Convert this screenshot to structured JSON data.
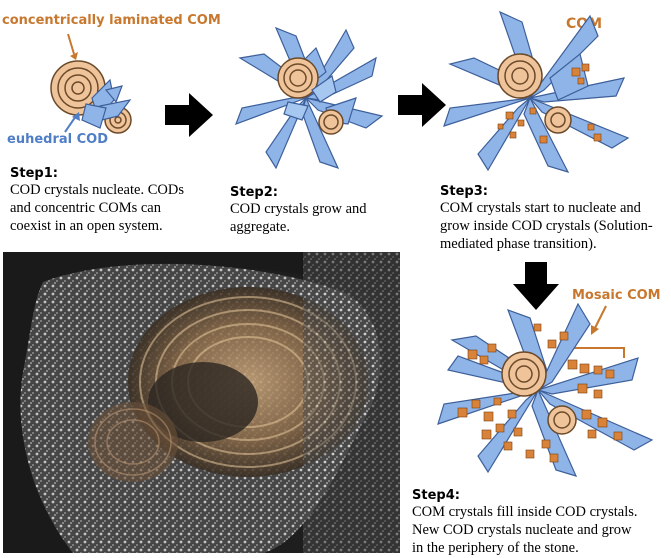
{
  "labels": {
    "laminated_com": "concentrically laminated COM",
    "euhedral_cod": "euhedral COD",
    "com": "COM",
    "mosaic_com": "Mosaic COM"
  },
  "steps": [
    {
      "title": "Step1:",
      "lines": [
        "COD crystals nucleate. CODs",
        "and concentric COMs can",
        "coexist in an open system."
      ]
    },
    {
      "title": "Step2:",
      "lines": [
        "COD crystals grow and",
        "aggregate."
      ]
    },
    {
      "title": "Step3:",
      "lines": [
        "COM crystals start to nucleate and",
        "grow inside COD crystals (Solution-",
        "mediated phase transition)."
      ]
    },
    {
      "title": "Step4:",
      "lines": [
        "COM crystals fill inside COD crystals.",
        "New COD crystals nucleate and grow",
        "in the periphery of the stone."
      ]
    }
  ],
  "colors": {
    "com_orange": "#e8b98a",
    "com_stroke": "#6b4a2a",
    "cod_blue": "#8fb5e8",
    "cod_stroke": "#3d5f9a",
    "arrow": "#000000",
    "label_orange": "#c8782e",
    "label_blue": "#4f7ec6"
  }
}
